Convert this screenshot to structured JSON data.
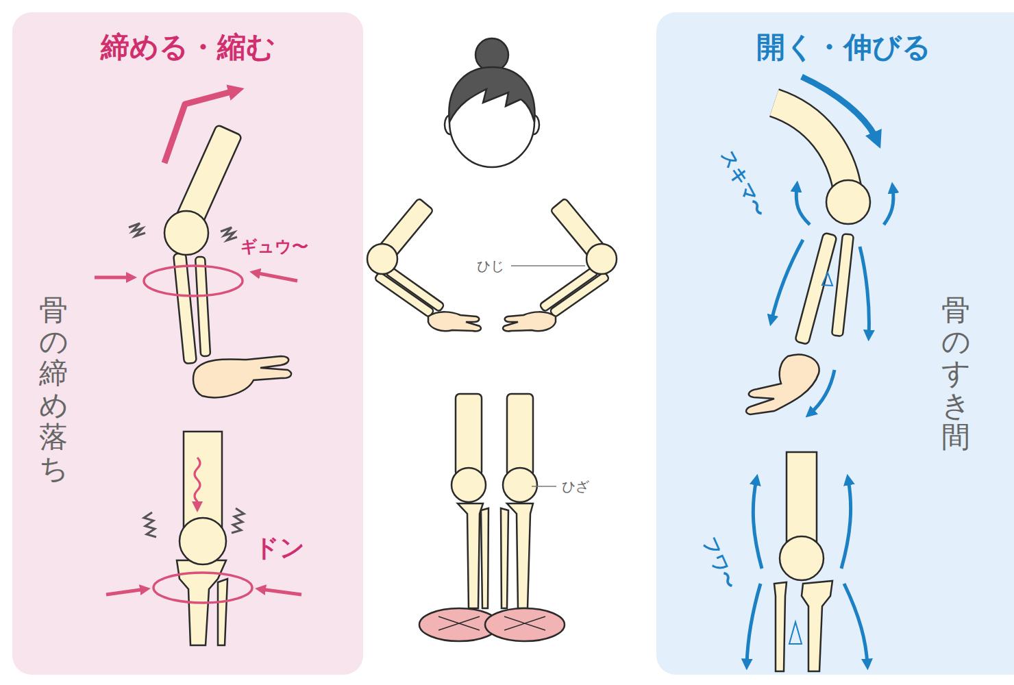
{
  "diagram": {
    "nodes": [
      {
        "text": [
          "締める・縮む",
          "骨の締め落ち"
        ]
      },
      {
        "text": [
          "開く・伸びる",
          "骨のすき間"
        ]
      }
    ],
    "labels": [
      "ギュウ〜",
      "ドン",
      "ひじ",
      "ひざ",
      "スキマ〜",
      "フワ〜"
    ]
  }
}
